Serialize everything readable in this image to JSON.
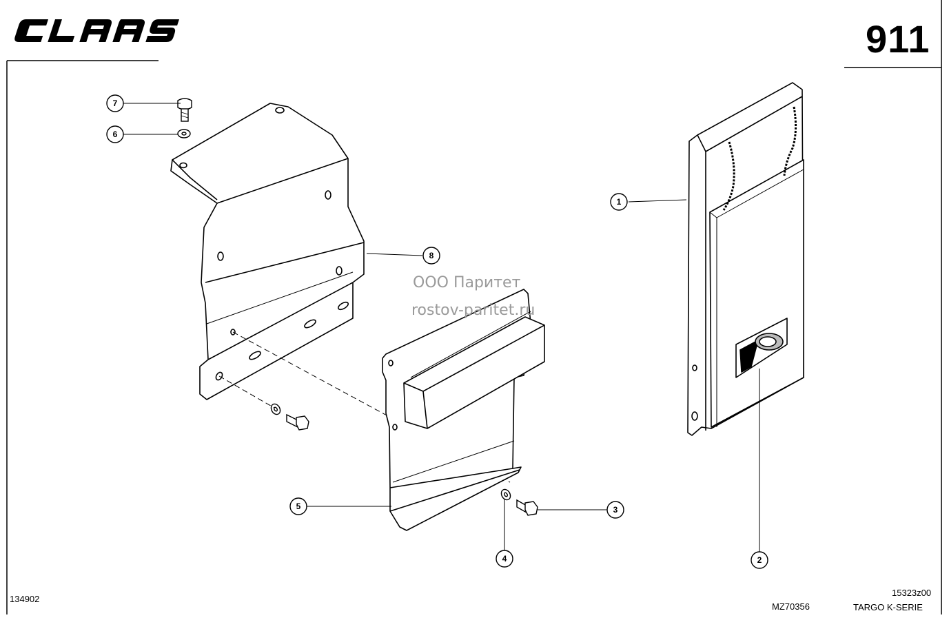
{
  "brand": {
    "logo_text": "CLAAS"
  },
  "sheet": {
    "page_number": "911"
  },
  "watermark": {
    "line1": "ООО Паритет",
    "line2": "rostov-paritet.ru"
  },
  "footer": {
    "left_code": "134902",
    "mid_code": "MZ70356",
    "right_code": "15323z00",
    "series": "TARGO K-SERIE"
  },
  "callouts": [
    {
      "id": "callout-1",
      "label": "1"
    },
    {
      "id": "callout-2",
      "label": "2"
    },
    {
      "id": "callout-3",
      "label": "3"
    },
    {
      "id": "callout-4",
      "label": "4"
    },
    {
      "id": "callout-5",
      "label": "5"
    },
    {
      "id": "callout-6",
      "label": "6"
    },
    {
      "id": "callout-7",
      "label": "7"
    },
    {
      "id": "callout-8",
      "label": "8"
    }
  ]
}
